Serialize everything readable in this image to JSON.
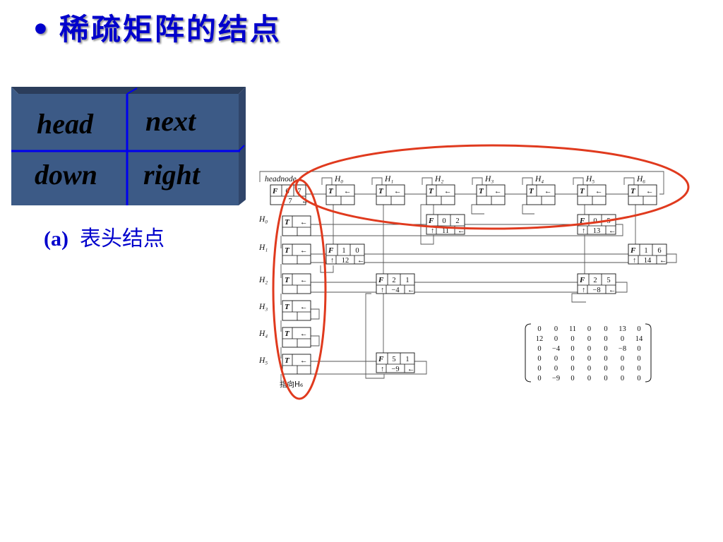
{
  "slide": {
    "bullet": "•",
    "title": "稀疏矩阵的结点",
    "caption_label": "(a)",
    "caption_text": "表头结点"
  },
  "head_node_fields": [
    "head",
    "next",
    "down",
    "right"
  ],
  "diagram": {
    "headnode_label": "headnode",
    "header_labels": [
      "H₀",
      "H₁",
      "H₂",
      "H₃",
      "H₄",
      "H₅",
      "H₆"
    ],
    "row_labels": [
      "H₀",
      "H₁",
      "H₂",
      "H₃",
      "H₄",
      "H₅"
    ],
    "t_label": "T",
    "f_label": "F",
    "left_arrow": "←",
    "up_arrow": "↑",
    "headnode_values": [
      "6",
      "7",
      "7"
    ],
    "element_nodes": [
      {
        "row": "0",
        "col": "2",
        "value": "11"
      },
      {
        "row": "0",
        "col": "5",
        "value": "13"
      },
      {
        "row": "1",
        "col": "0",
        "value": "12"
      },
      {
        "row": "1",
        "col": "6",
        "value": "14"
      },
      {
        "row": "2",
        "col": "1",
        "value": "−4"
      },
      {
        "row": "2",
        "col": "5",
        "value": "−8"
      },
      {
        "row": "5",
        "col": "1",
        "value": "−9"
      }
    ],
    "footnote": "指向H₆"
  },
  "matrix": [
    [
      "0",
      "0",
      "11",
      "0",
      "0",
      "13",
      "0"
    ],
    [
      "12",
      "0",
      "0",
      "0",
      "0",
      "0",
      "14"
    ],
    [
      "0",
      "−4",
      "0",
      "0",
      "0",
      "−8",
      "0"
    ],
    [
      "0",
      "0",
      "0",
      "0",
      "0",
      "0",
      "0"
    ],
    [
      "0",
      "0",
      "0",
      "0",
      "0",
      "0",
      "0"
    ],
    [
      "0",
      "−9",
      "0",
      "0",
      "0",
      "0",
      "0"
    ]
  ],
  "colors": {
    "title": "#0000cc",
    "box_front": "#3c5a86",
    "box_top": "#2b3d5b",
    "box_lines": "#0000ee",
    "highlight": "#e03a1e"
  }
}
